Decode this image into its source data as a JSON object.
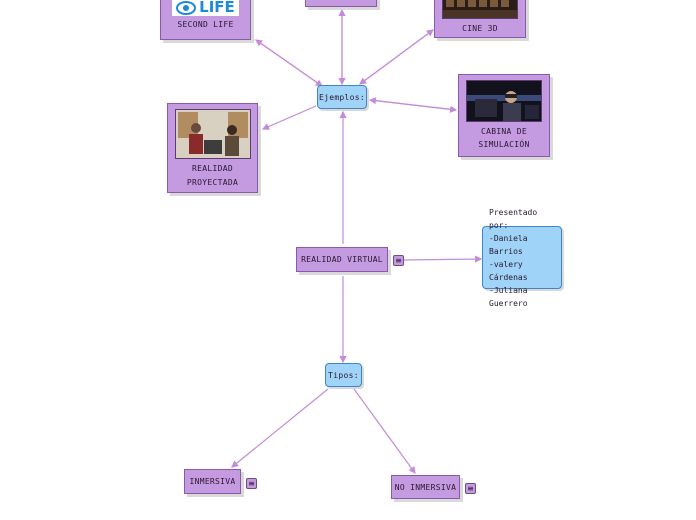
{
  "nodes": {
    "center": "REALIDAD VIRTUAL",
    "ejemplos": "Ejemplos:",
    "tipos": "Tipos:",
    "inmersiva": "INMERSIVA",
    "no_inmersiva": "NO INMERSIVA",
    "presentado": [
      "Presentado por:",
      "-Daniela Barrios",
      "-valery Cárdenas",
      "-Juliana Guerrero"
    ],
    "second_life_logo": "LIFE",
    "second_life": "SECOND LIFE",
    "cine_3d": "CINE 3D",
    "realidad_proyectada": [
      "REALIDAD",
      "PROYECTADA"
    ],
    "cabina": [
      "CABINA DE",
      "SIMULACIÓN"
    ]
  },
  "icons": {
    "note": "note-icon",
    "second_life_logo": "second-life-eye-icon"
  },
  "colors": {
    "topic": "#c49ae0",
    "subtopic": "#9fd3f7",
    "connector": "#c38bd8"
  }
}
